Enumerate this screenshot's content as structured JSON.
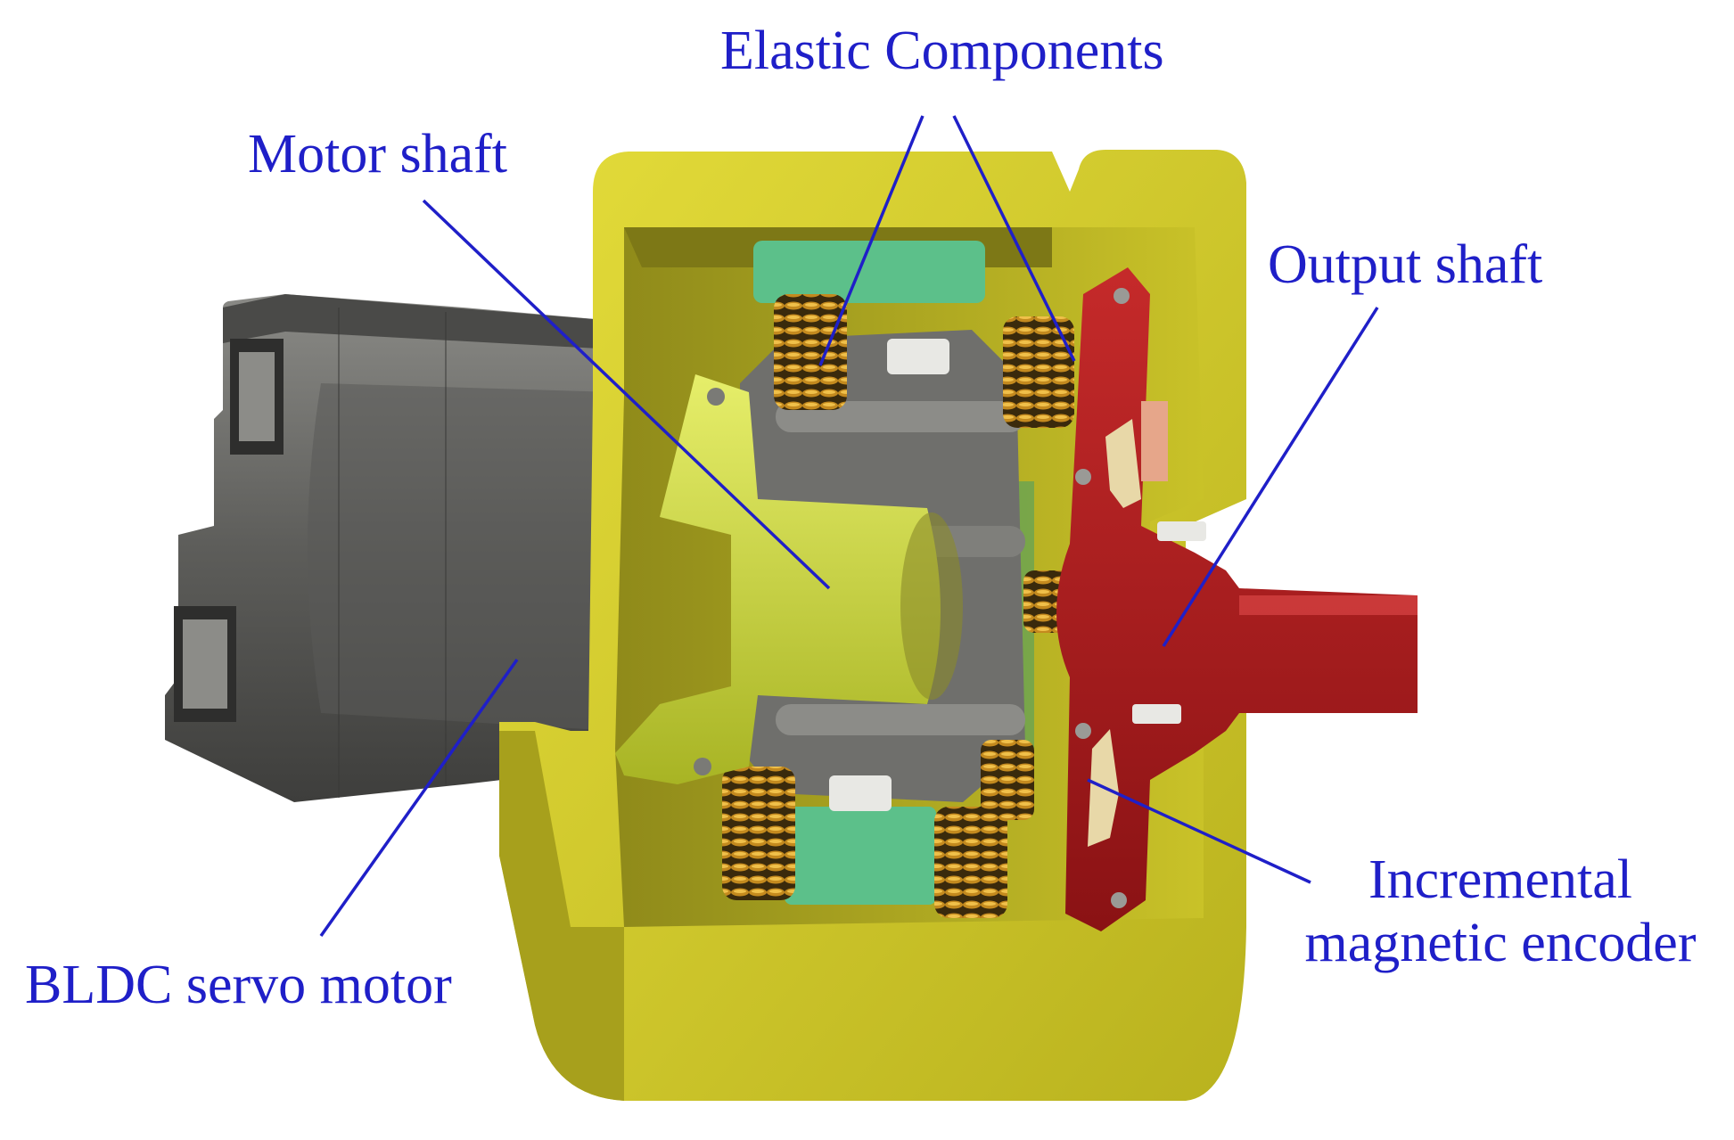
{
  "labels": {
    "elastic_components": "Elastic Components",
    "motor_shaft": "Motor shaft",
    "output_shaft": "Output shaft",
    "bldc_servo_motor": "BLDC servo motor",
    "encoder_line1": "Incremental",
    "encoder_line2": "magnetic encoder"
  },
  "colors": {
    "label_text": "#1f1fc8",
    "housing": "#d8d22a",
    "motor_body": "#6a6a66",
    "motor_shaft_hub": "#d4e046",
    "output_shaft": "#a8191c",
    "elastic_spring": "#b07a1a",
    "spring_holder": "#5cc08a"
  }
}
